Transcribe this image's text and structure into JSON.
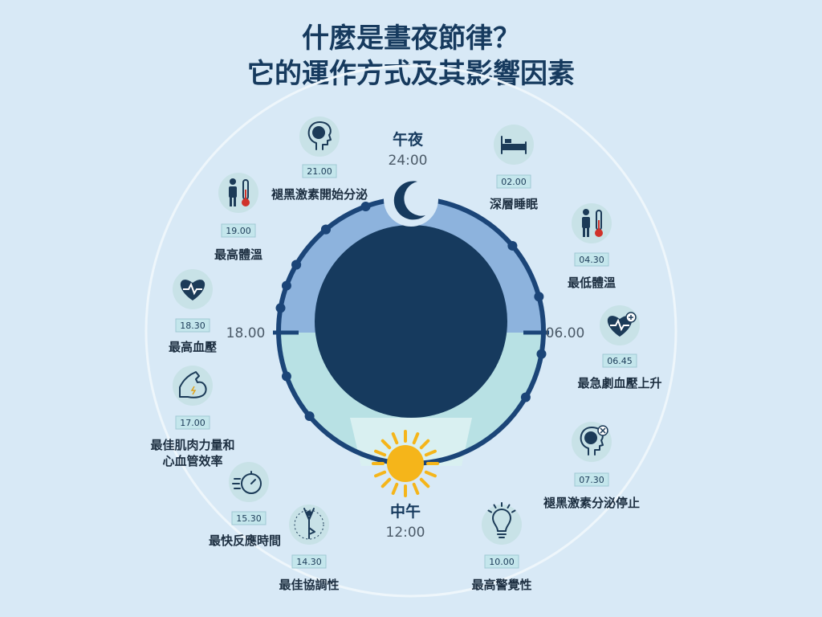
{
  "title": {
    "line1": "什麼是晝夜節律？",
    "line2": "它的運作方式及其影響因素"
  },
  "clock": {
    "midnight_label": "午夜",
    "midnight_time": "24:00",
    "noon_label": "中午",
    "noon_time": "12:00",
    "left_time": "18.00",
    "right_time": "06.00"
  },
  "events": [
    {
      "time": "02.00",
      "label": "深層睡眠",
      "icon": "bed-icon"
    },
    {
      "time": "04.30",
      "label": "最低體溫",
      "icon": "body-thermometer-icon"
    },
    {
      "time": "06.45",
      "label": "最急劇血壓上升",
      "icon": "heart-plus-icon"
    },
    {
      "time": "07.30",
      "label": "褪黑激素分泌停止",
      "icon": "head-moon-x-icon"
    },
    {
      "time": "10.00",
      "label": "最高警覺性",
      "icon": "lightbulb-icon"
    },
    {
      "time": "14.30",
      "label": "最佳協調性",
      "icon": "balance-pose-icon"
    },
    {
      "time": "15.30",
      "label": "最快反應時間",
      "icon": "stopwatch-icon"
    },
    {
      "time": "17.00",
      "label": "最佳肌肉力量和\n心血管效率",
      "icon": "flexed-arm-icon"
    },
    {
      "time": "18.30",
      "label": "最高血壓",
      "icon": "heart-pulse-icon"
    },
    {
      "time": "19.00",
      "label": "最高體溫",
      "icon": "body-thermometer-icon"
    },
    {
      "time": "21.00",
      "label": "褪黑激素開始分泌",
      "icon": "head-moon-icon"
    }
  ],
  "colors": {
    "background": "#d8e9f6",
    "navy": "#163a5e",
    "night": "#8db3dd",
    "day": "#b8e1e4",
    "ring": "#1b4578",
    "sun": "#f5b51a",
    "icon_circle": "#c8e2e7",
    "time_box": "#c4e6ec"
  }
}
